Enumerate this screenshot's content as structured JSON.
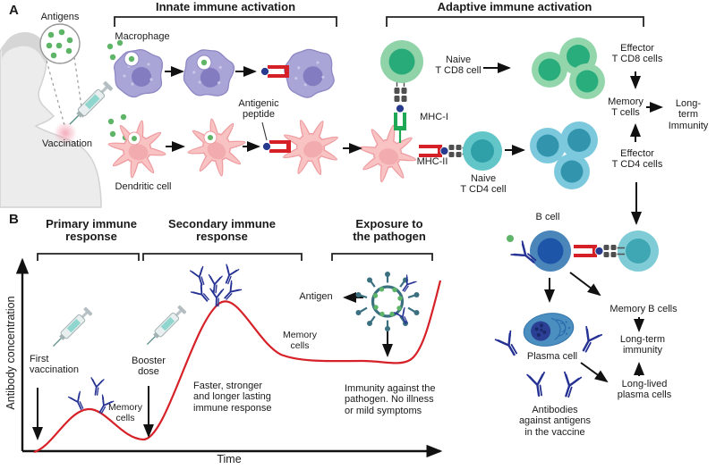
{
  "panel_a": {
    "label": "A",
    "innate_title": "Innate immune activation",
    "adaptive_title": "Adaptive immune activation",
    "antigens": "Antigens",
    "vaccination": "Vaccination",
    "macrophage": "Macrophage",
    "dendritic_cell": "Dendritic cell",
    "antigenic_peptide": "Antigenic\npeptide",
    "naive_tcd8": "Naive\nT CD8 cell",
    "mhc_i": "MHC-I",
    "mhc_ii": "MHC-II",
    "naive_tcd4": "Naive\nT CD4 cell",
    "effector_tcd8": "Effector\nT CD8 cells",
    "memory_t": "Memory\nT cells",
    "longterm_immunity": "Long-term\nImmunity",
    "effector_tcd4": "Effector\nT CD4 cells"
  },
  "panel_b": {
    "label": "B",
    "primary_title": "Primary immune\nresponse",
    "secondary_title": "Secondary immune\nresponse",
    "exposure_title": "Exposure to\nthe pathogen",
    "y_axis": "Antibody concentration",
    "x_axis": "Time",
    "first_vaccination": "First\nvaccination",
    "booster_dose": "Booster\ndose",
    "memory_cells_1": "Memory\ncells",
    "memory_cells_2": "Memory\ncells",
    "faster_note": "Faster, stronger\nand longer lasting\nimmune response",
    "antigen": "Antigen",
    "immunity_note": "Immunity against the\npathogen. No illness\nor mild symptoms"
  },
  "b_cell_section": {
    "b_cell": "B cell",
    "memory_b_cells": "Memory B cells",
    "longterm_immunity": "Long-term\nimmunity",
    "long_lived": "Long-lived\nplasma cells",
    "plasma_cell": "Plasma cell",
    "antibodies_note": "Antibodies\nagainst antigens\nin the vaccine"
  },
  "colors": {
    "macrophage": "#a9a5d6",
    "macrophage_nucleus": "#837cc0",
    "dendritic": "#f9c3c4",
    "dendritic_stroke": "#ee9b9f",
    "antigen_green": "#5eb567",
    "tcd8_outer": "#90d3a8",
    "tcd8_inner": "#28ab79",
    "tcd4_outer": "#62c5c8",
    "tcd4_inner": "#2fa0a8",
    "effector_cd4_outer": "#7cc8dc",
    "effector_cd4_inner": "#3295ad",
    "bcell_outer": "#4b86bb",
    "bcell_inner": "#1d55a8",
    "helper_outer": "#7fccd6",
    "helper_inner": "#3fa6b4",
    "plasma_body": "#4a8fc0",
    "plasma_nucleus": "#2b3f94",
    "antibody_blue": "#253293",
    "mhc_red": "#d62027",
    "mhc_green": "#1fa855",
    "tcr_grey": "#4f4f4f",
    "curve_red": "#d62128",
    "virus_teal": "#3a7080",
    "arrow_black": "#111111"
  }
}
